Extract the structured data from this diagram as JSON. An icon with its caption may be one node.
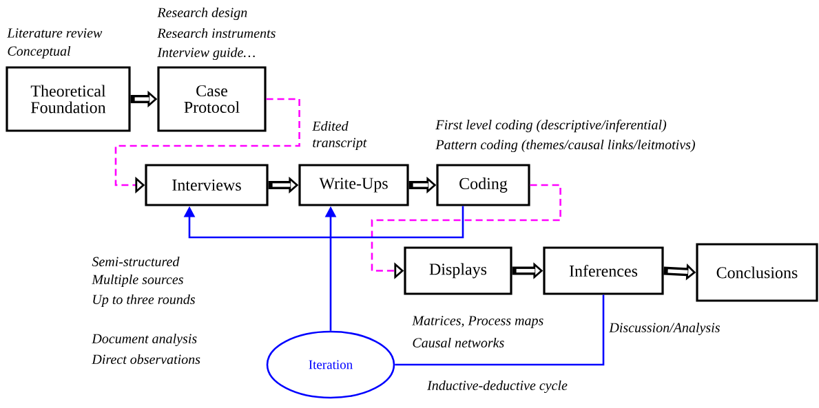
{
  "diagram": {
    "nodes": [
      {
        "text": [
          "Theoretical Foundation"
        ],
        "beside": [
          "Literature review",
          "Conceptual"
        ]
      },
      {
        "text": [
          "Case Protocol"
        ],
        "beside": [
          "Research design",
          "Research instruments",
          "Interview guide…"
        ]
      },
      {
        "text": [
          "Interviews"
        ]
      },
      {
        "text": [
          "Write-Ups"
        ],
        "beside": [
          "Edited transcript"
        ]
      },
      {
        "text": [
          "Coding"
        ],
        "beside": [
          "First level coding (descriptive/inferential)",
          "Pattern coding (themes/causal links/leitmotivs)"
        ]
      },
      {
        "text": [
          "Displays"
        ],
        "beside": [
          "Matrices, Process maps",
          "Causal networks"
        ]
      },
      {
        "text": [
          "Inferences"
        ],
        "beside": [
          "Discussion/Analysis"
        ]
      },
      {
        "text": [
          "Conclusions"
        ]
      },
      {
        "text": [
          "Iteration"
        ]
      }
    ],
    "edges": [
      {
        "from": 0,
        "to": 1,
        "arrow": "to",
        "style": "thick"
      },
      {
        "from": 1,
        "to": 2,
        "arrow": "to",
        "style": "dashed",
        "color": "#ff00ff"
      },
      {
        "from": 2,
        "to": 3,
        "arrow": "to",
        "style": "thick"
      },
      {
        "from": 3,
        "to": 4,
        "arrow": "to",
        "style": "thick"
      },
      {
        "from": 4,
        "to": 5,
        "arrow": "to",
        "style": "dashed",
        "color": "#ff00ff"
      },
      {
        "from": 5,
        "to": 6,
        "arrow": "to",
        "style": "thick"
      },
      {
        "from": 6,
        "to": 7,
        "arrow": "to",
        "style": "thick"
      },
      {
        "from": 4,
        "to": 2,
        "arrow": "to",
        "color": "#0000ff"
      },
      {
        "from": 8,
        "to": 3,
        "arrow": "to",
        "color": "#0000ff"
      },
      {
        "from": 8,
        "to": 6,
        "arrow": "none",
        "color": "#0000ff",
        "label": "Inductive-deductive cycle"
      }
    ],
    "labels": [
      "Semi-structured",
      "Multiple sources",
      "Up to three rounds",
      "Document analysis",
      "Direct observations"
    ]
  }
}
